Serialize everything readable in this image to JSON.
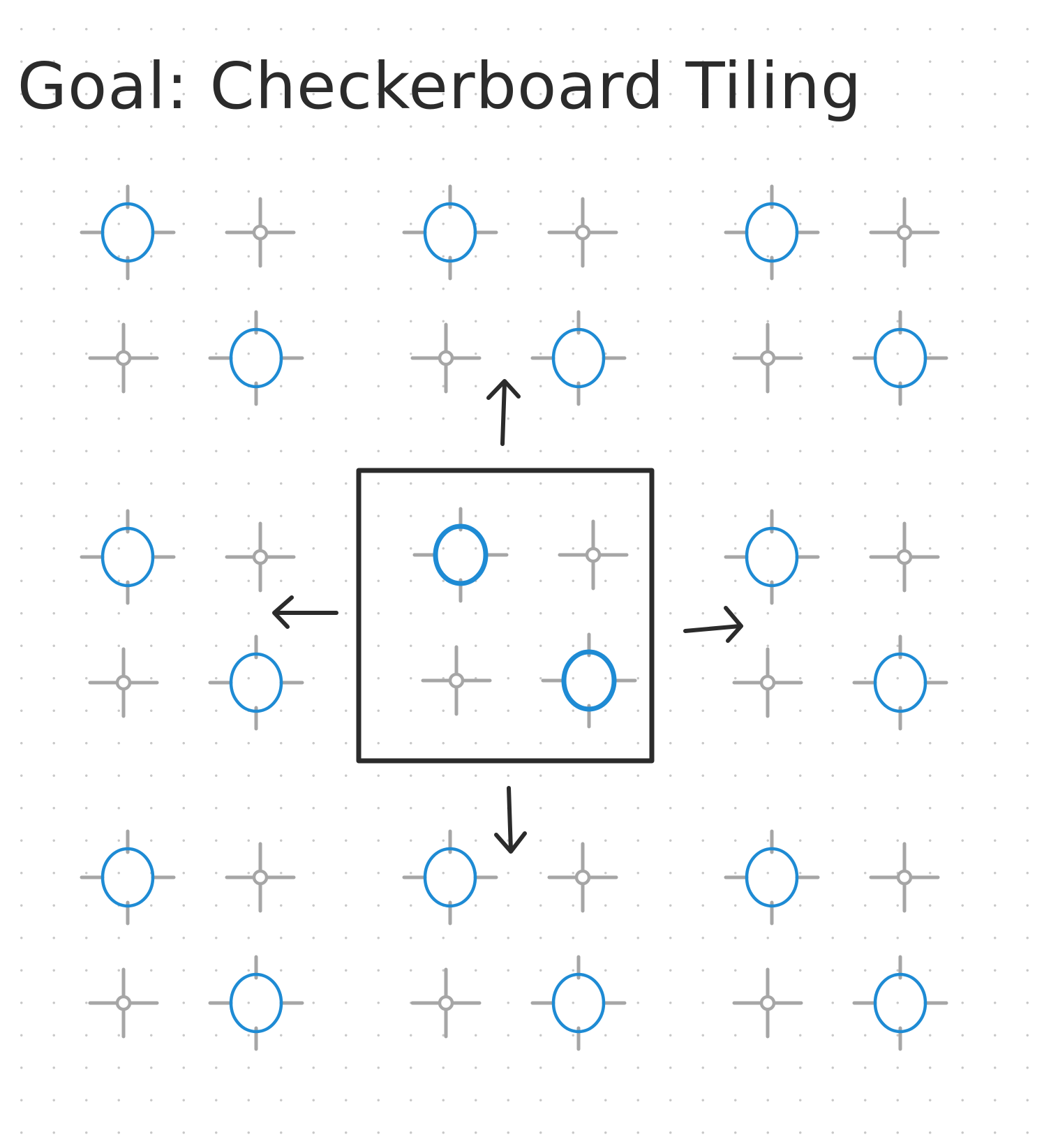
{
  "title": "Goal: Checkerboard Tiling",
  "colors": {
    "background": "#ffffff",
    "grid_dot": "#c8c8c8",
    "ink": "#2b2b2b",
    "highlight": "#1e8bd4",
    "gray": "#a6a6a6"
  },
  "diagram": {
    "tile_pattern": [
      [
        "highlighted",
        "plain"
      ],
      [
        "plain",
        "highlighted"
      ]
    ],
    "tiles": {
      "rows": 3,
      "cols": 3,
      "center_tile_outlined": true
    },
    "arrows": [
      "up",
      "left",
      "right",
      "down"
    ]
  }
}
